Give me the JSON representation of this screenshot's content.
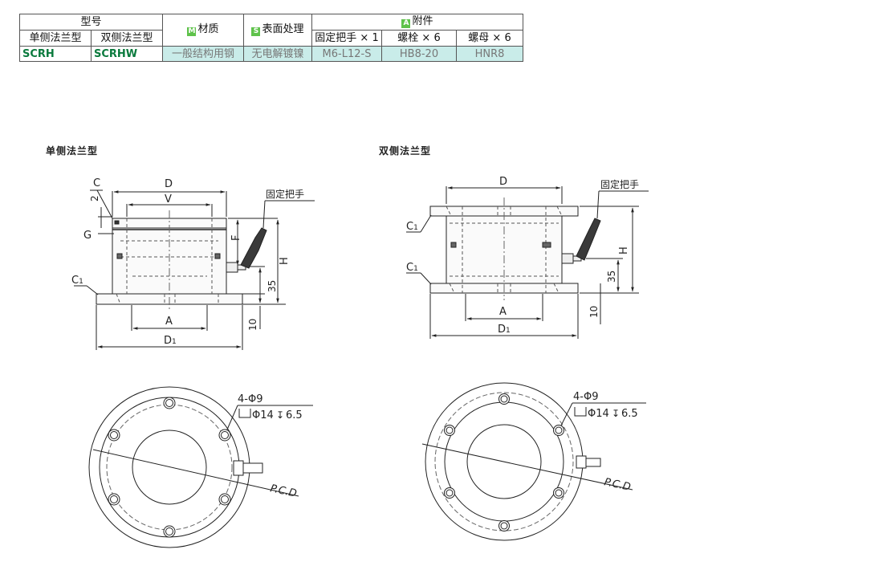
{
  "table": {
    "header_model": "型号",
    "header_single": "单侧法兰型",
    "header_double": "双侧法兰型",
    "header_material_tag": "M",
    "header_material": "材质",
    "header_surface_tag": "S",
    "header_surface": "表面处理",
    "header_accessory_tag": "A",
    "header_accessory": "附件",
    "acc_handle": "固定把手 × 1",
    "acc_bolt": "螺栓 × 6",
    "acc_nut": "螺母 × 6",
    "row": {
      "single": "SCRH",
      "double": "SCRHW",
      "material": "一般结构用钢",
      "surface": "无电解镀镍",
      "handle": "M6-L12-S",
      "bolt": "HB8-20",
      "nut": "HNR8"
    }
  },
  "captions": {
    "single": "单侧法兰型",
    "double": "双侧法兰型"
  },
  "labels": {
    "C": "C",
    "two": "2",
    "D": "D",
    "V": "V",
    "G": "G",
    "F": "F",
    "H": "H",
    "C1": "C1",
    "c1_sub_c": "C",
    "c1_sub_1": "1",
    "d35": "35",
    "A": "A",
    "d10": "10",
    "D1_D": "D",
    "D1_1": "1",
    "handle": "固定把手",
    "holes": "4-Φ9",
    "cbore": "Φ14",
    "cbore_depth": "6.5",
    "pcd": "P.C.D"
  }
}
